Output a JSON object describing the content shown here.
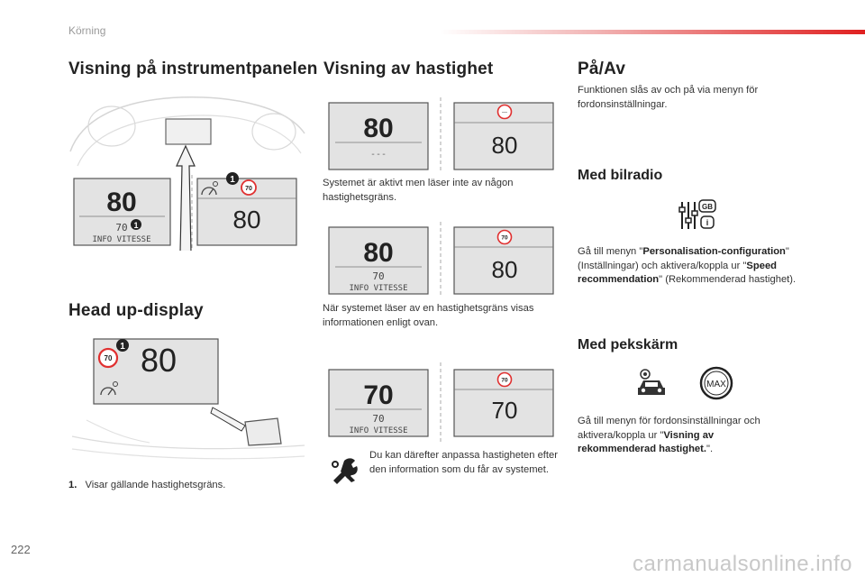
{
  "header": {
    "section": "Körning"
  },
  "col1": {
    "title1": "Visning på instrumentpanelen",
    "cluster": {
      "speed": "80",
      "limit": "70",
      "info": "INFO VITESSE",
      "badge": "70",
      "big": "80",
      "callout": "1"
    },
    "title2": "Head up-display",
    "hud": {
      "badge": "70",
      "speed": "80",
      "callout": "1"
    },
    "note_num": "1.",
    "note_text": "Visar gällande hastighetsgräns."
  },
  "col2": {
    "title": "Visning av hastighet",
    "panel1": {
      "left_speed": "80",
      "left_sub": "---",
      "right_badge": "---",
      "right_speed": "80"
    },
    "text1": "Systemet är aktivt men läser inte av någon hastighetsgräns.",
    "panel2": {
      "left_speed": "80",
      "left_limit": "70",
      "left_info": "INFO VITESSE",
      "right_badge": "70",
      "right_speed": "80"
    },
    "text2": "När systemet läser av en hastighetsgräns visas informationen enligt ovan.",
    "panel3": {
      "left_speed": "70",
      "left_limit": "70",
      "left_info": "INFO VITESSE",
      "right_badge": "70",
      "right_speed": "70"
    },
    "tip": "Du kan därefter anpassa hastigheten efter den information som du får av systemet."
  },
  "col3": {
    "title": "På/Av",
    "intro": "Funktionen slås av och på via menyn för fordonsinställningar.",
    "radio_title": "Med bilradio",
    "radio_icon_label": "GB",
    "radio_icon_i": "i",
    "radio_text_1": "Gå till menyn \"",
    "radio_text_b1": "Personalisation-configuration",
    "radio_text_2": "\" (Inställningar) och aktivera/koppla ur \"",
    "radio_text_b2": "Speed recommendation",
    "radio_text_3": "\" (Rekommenderad hastighet).",
    "touch_title": "Med pekskärm",
    "max_label": "MAX",
    "touch_text_1": "Gå till menyn för fordonsinställningar och aktivera/koppla ur \"",
    "touch_text_b": "Visning av rekommenderad hastighet.",
    "touch_text_2": "\"."
  },
  "footer": {
    "page": "222",
    "watermark": "carmanualsonline.info"
  },
  "colors": {
    "accent": "#e02020",
    "badge_ring": "#e03030",
    "screen_bg": "#e3e3e3",
    "screen_border": "#555555"
  }
}
